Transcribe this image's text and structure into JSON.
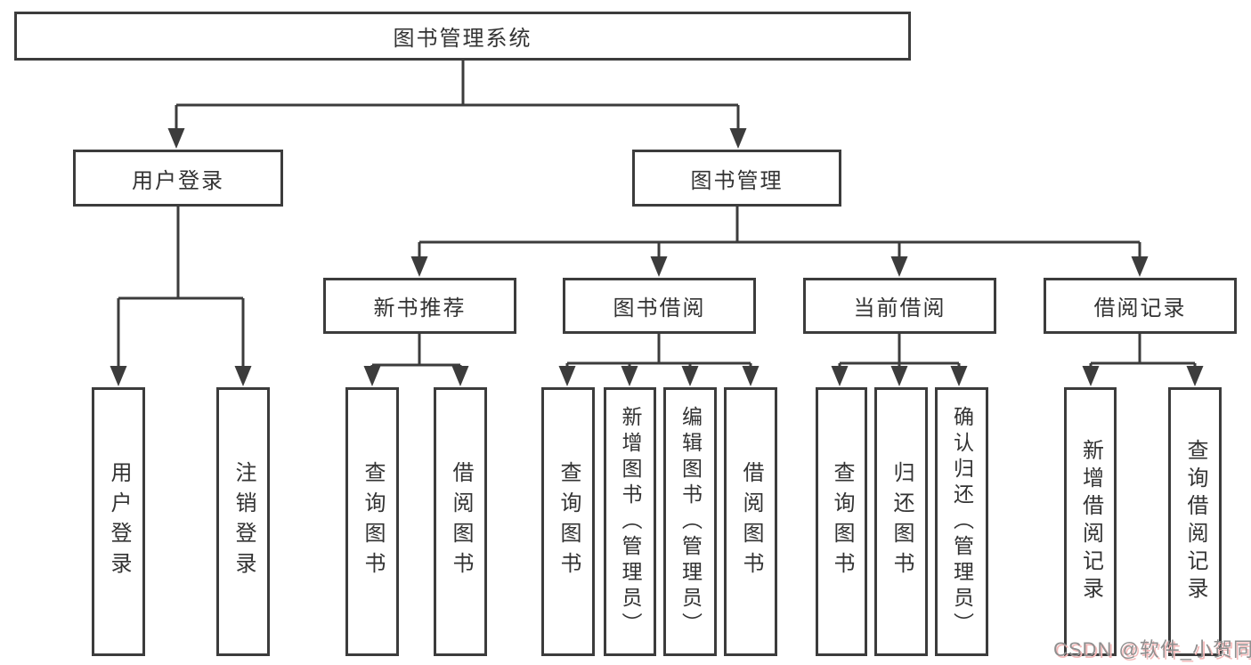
{
  "tree": {
    "label": "图书管理系统",
    "children": [
      {
        "label": "用户登录",
        "children": [
          {
            "label": "用户登录"
          },
          {
            "label": "注销登录"
          }
        ]
      },
      {
        "label": "图书管理",
        "children": [
          {
            "label": "新书推荐",
            "children": [
              {
                "label": "查询图书"
              },
              {
                "label": "借阅图书"
              }
            ]
          },
          {
            "label": "图书借阅",
            "children": [
              {
                "label": "查询图书"
              },
              {
                "label": "新增图书（管理员）"
              },
              {
                "label": "编辑图书（管理员）"
              },
              {
                "label": "借阅图书"
              }
            ]
          },
          {
            "label": "当前借阅",
            "children": [
              {
                "label": "查询图书"
              },
              {
                "label": "归还图书"
              },
              {
                "label": "确认归还（管理员）"
              }
            ]
          },
          {
            "label": "借阅记录",
            "children": [
              {
                "label": "新增借阅记录"
              },
              {
                "label": "查询借阅记录"
              }
            ]
          }
        ]
      }
    ]
  },
  "watermark": {
    "text": "CSDN @软件_小贺同学"
  },
  "colors": {
    "line": "#3c3c3c",
    "box_border": "#3c3c3c",
    "text": "#333333",
    "background": "#ffffff",
    "watermark_gray": "#8f8f8f",
    "watermark_red_shadow": "#f4baba"
  }
}
